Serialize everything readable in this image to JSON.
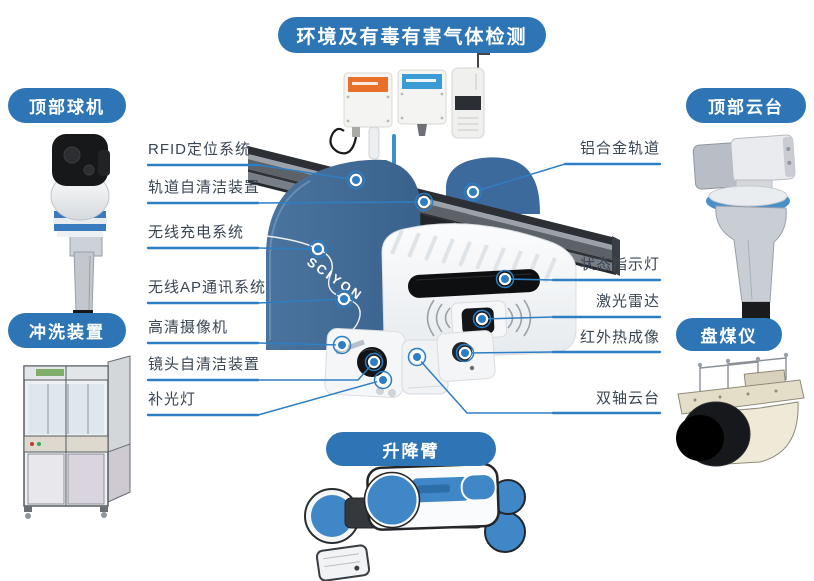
{
  "badges": {
    "gas_detection": "环境及有毒有害气体检测",
    "top_dome_camera": "顶部球机",
    "top_pan_tilt": "顶部云台",
    "washing_device": "冲洗装置",
    "coal_meter": "盘煤仪",
    "lifting_arm": "升降臂"
  },
  "callouts_left": [
    {
      "text": "RFID定位系统"
    },
    {
      "text": "轨道自清洁装置"
    },
    {
      "text": "无线充电系统"
    },
    {
      "text": "无线AP通讯系统"
    },
    {
      "text": "高清摄像机"
    },
    {
      "text": "镜头自清洁装置"
    },
    {
      "text": "补光灯"
    }
  ],
  "callouts_right": [
    {
      "text": "铝合金轨道"
    },
    {
      "text": "状态指示灯"
    },
    {
      "text": "激光雷达"
    },
    {
      "text": "红外热成像"
    },
    {
      "text": "双轴云台"
    }
  ],
  "robot": {
    "brand": "SCIYON"
  },
  "colors": {
    "badge_blue": "#2e75b6",
    "line_blue": "#2e7ec4",
    "label_text": "#3a4654",
    "robot_blue": "#3d6a9c"
  }
}
